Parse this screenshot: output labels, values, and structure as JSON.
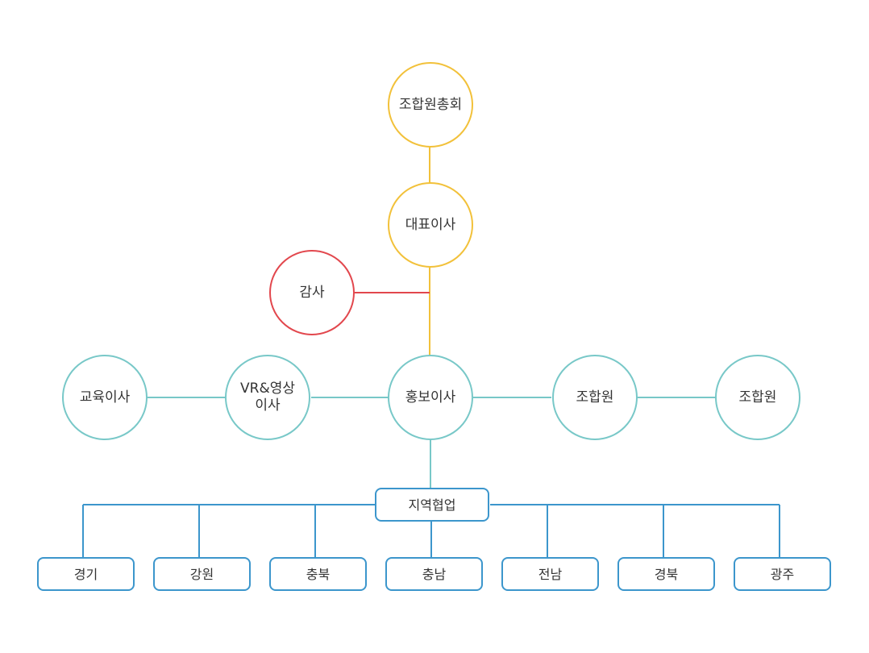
{
  "nodes": {
    "general_assembly": "조합원총회",
    "ceo": "대표이사",
    "auditor": "감사",
    "education_director": "교육이사",
    "vr_director": "VR&영상\n이사",
    "pr_director": "홍보이사",
    "member_1": "조합원",
    "member_2": "조합원",
    "regional_coop": "지역협업",
    "regions": [
      "경기",
      "강원",
      "충북",
      "충남",
      "전남",
      "경북",
      "광주"
    ]
  },
  "colors": {
    "top_level": "#f2c13a",
    "audit": "#e2474d",
    "director": "#78c8c8",
    "regional": "#3c96cc"
  }
}
